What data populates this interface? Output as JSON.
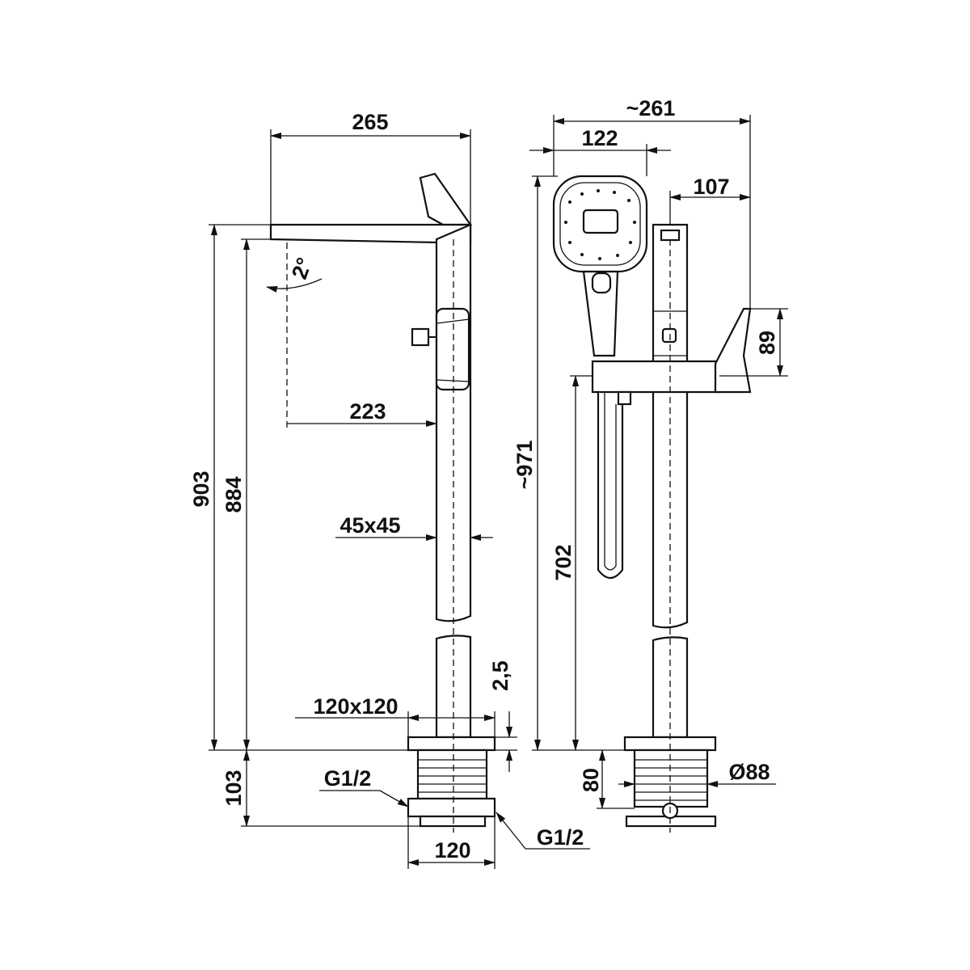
{
  "drawing": {
    "title": "Freestanding bath mixer dimensions",
    "left_view": {
      "width_265": "265",
      "angle": "2°",
      "reach_223": "223",
      "height_903": "903",
      "height_884": "884",
      "column_section": "45x45",
      "plate_size": "120x120",
      "plate_thickness": "2,5",
      "depth_103": "103",
      "inlet_left": "G1/2",
      "inlet_right": "G1/2",
      "base_width": "120"
    },
    "right_view": {
      "width_261": "~261",
      "shower_width": "122",
      "lever_offset": "107",
      "lever_height": "89",
      "height_971": "~971",
      "height_702": "702",
      "base_depth": "80",
      "base_diameter": "Ø88"
    }
  }
}
